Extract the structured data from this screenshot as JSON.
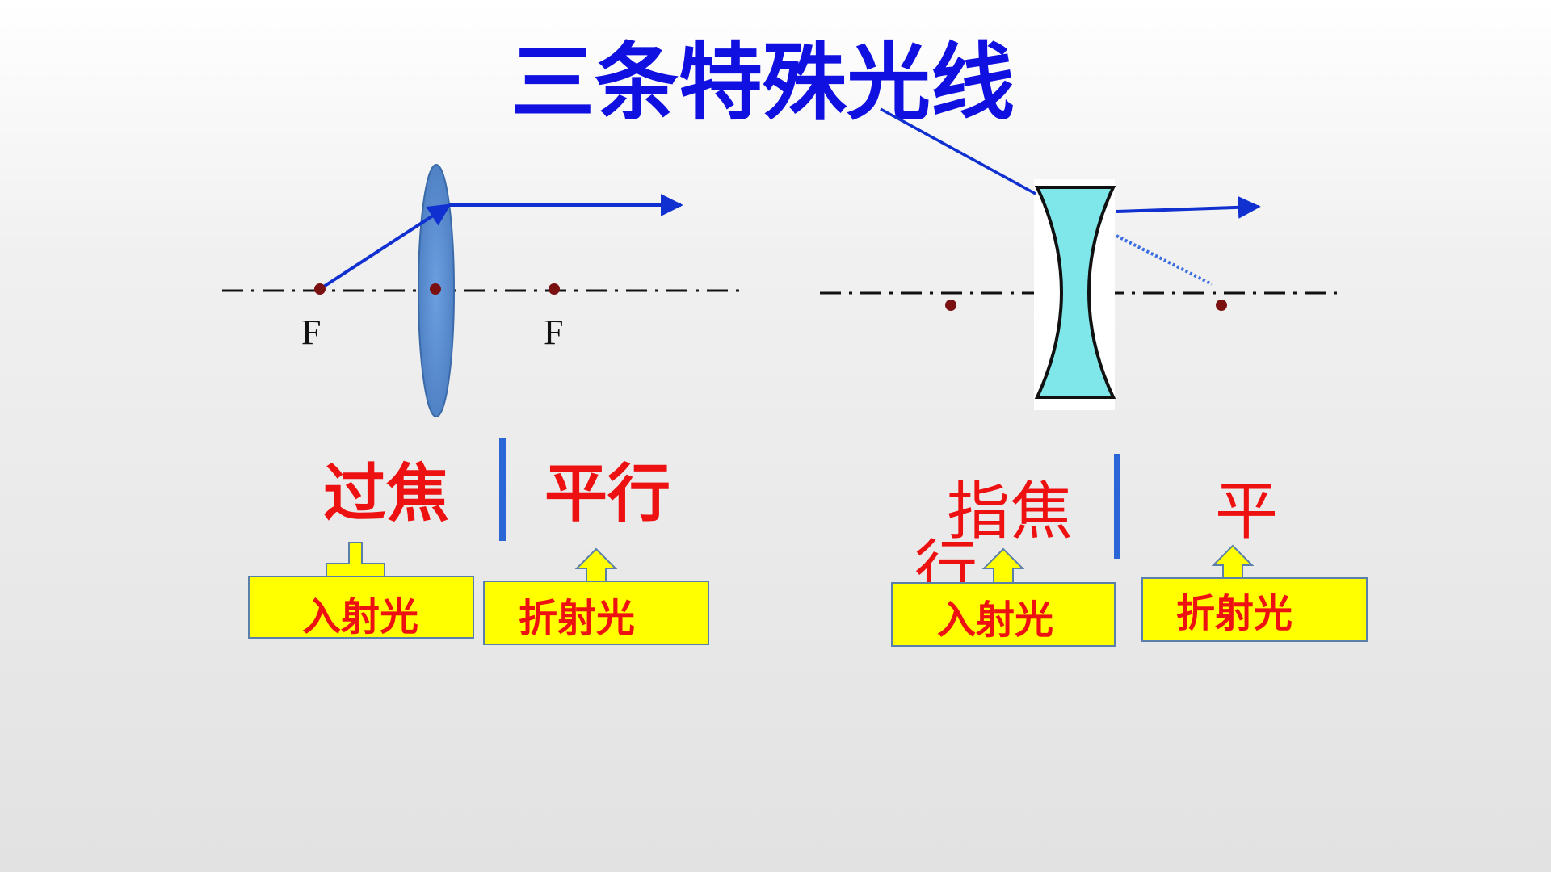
{
  "title": "三条特殊光线",
  "convex": {
    "focus_left_label": "F",
    "focus_right_label": "F",
    "word_left": "过焦",
    "word_right": "平行",
    "box_left": "入射光",
    "box_right": "折射光"
  },
  "concave": {
    "word_left": "指焦",
    "word_left_overflow": "行",
    "word_right": "平",
    "box_left": "入射光",
    "box_right": "折射光"
  },
  "colors": {
    "title": "#1010e0",
    "ray": "#1030d0",
    "word": "#ee1111",
    "box_fill": "#ffff00",
    "convex_lens": "#5b8fd4",
    "concave_lens": "#7fe6ea",
    "focus_dot": "#7a1010",
    "divider": "#2b66d6"
  }
}
